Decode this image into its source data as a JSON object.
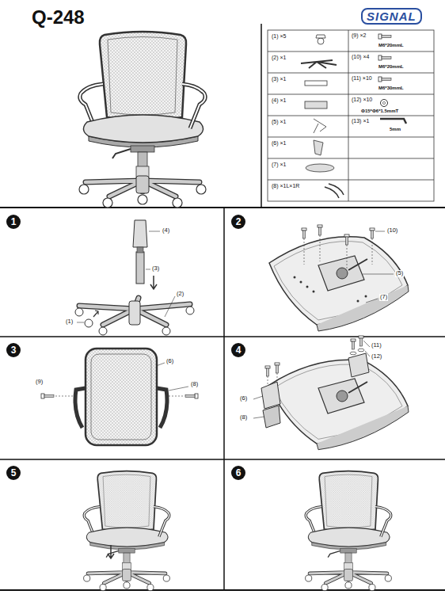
{
  "diagram": {
    "title": "Q-248",
    "labels": [
      "SIGNAL",
      "(1) ×5",
      "(2) ×1",
      "(3) ×1",
      "(4) ×1",
      "(5) ×1",
      "(6) ×1",
      "(7) ×1",
      "(8) ×1L×1R",
      "(9) ×2",
      "M6*20mmL",
      "(10) ×4",
      "M6*20mmL",
      "(11) ×10",
      "M6*30mmL",
      "(12) ×10",
      "Φ15*Φ6*1.5mmT",
      "(13) ×1",
      "5mm",
      "1",
      "2",
      "3",
      "4",
      "5",
      "6",
      "(4)",
      "(3)",
      "(2)",
      "(1)",
      "(10)",
      "(5)",
      "(7)",
      "(9)",
      "(6)",
      "(8)",
      "(11)",
      "(12)",
      "(6)",
      "(8)"
    ]
  }
}
